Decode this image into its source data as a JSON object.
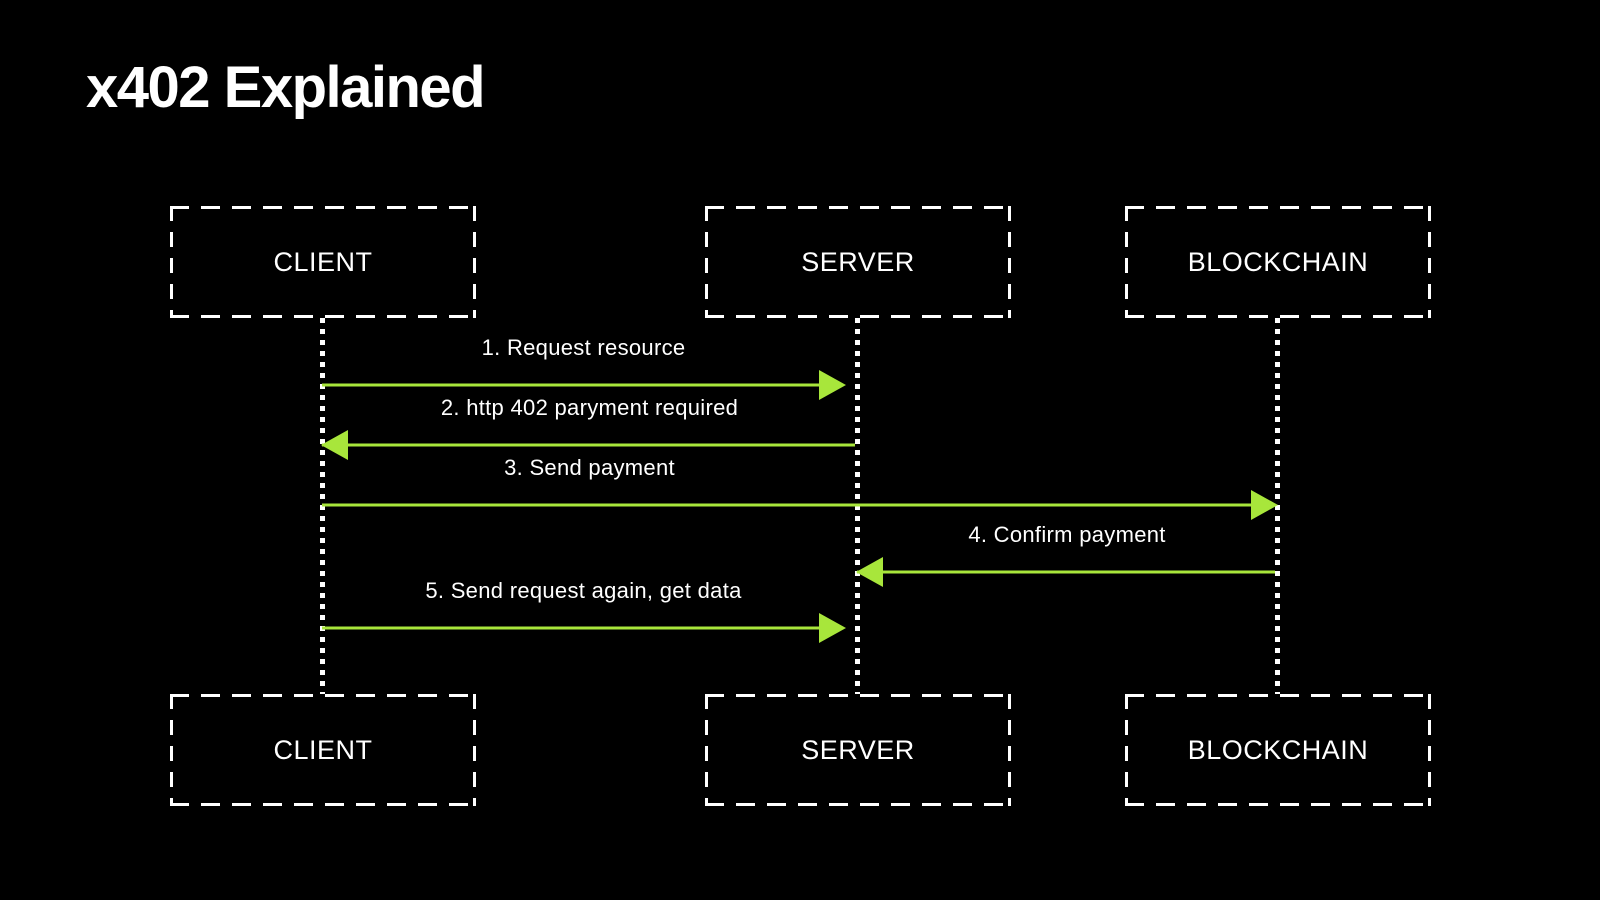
{
  "title": "x402 Explained",
  "colors": {
    "background": "#000000",
    "foreground": "#ffffff",
    "accent": "#a8e63b"
  },
  "diagram": {
    "type": "sequence-diagram",
    "actors": [
      {
        "id": "client",
        "label": "CLIENT"
      },
      {
        "id": "server",
        "label": "SERVER"
      },
      {
        "id": "blockchain",
        "label": "BLOCKCHAIN"
      }
    ],
    "messages": [
      {
        "step": 1,
        "label": "1. Request resource",
        "from": "client",
        "to": "server",
        "direction": "right"
      },
      {
        "step": 2,
        "label": "2. http 402 paryment required",
        "from": "server",
        "to": "client",
        "direction": "left"
      },
      {
        "step": 3,
        "label": "3. Send payment",
        "from": "client",
        "to": "blockchain",
        "direction": "right"
      },
      {
        "step": 4,
        "label": "4. Confirm payment",
        "from": "blockchain",
        "to": "server",
        "direction": "left"
      },
      {
        "step": 5,
        "label": "5. Send request again, get data",
        "from": "client",
        "to": "server",
        "direction": "right"
      }
    ]
  }
}
